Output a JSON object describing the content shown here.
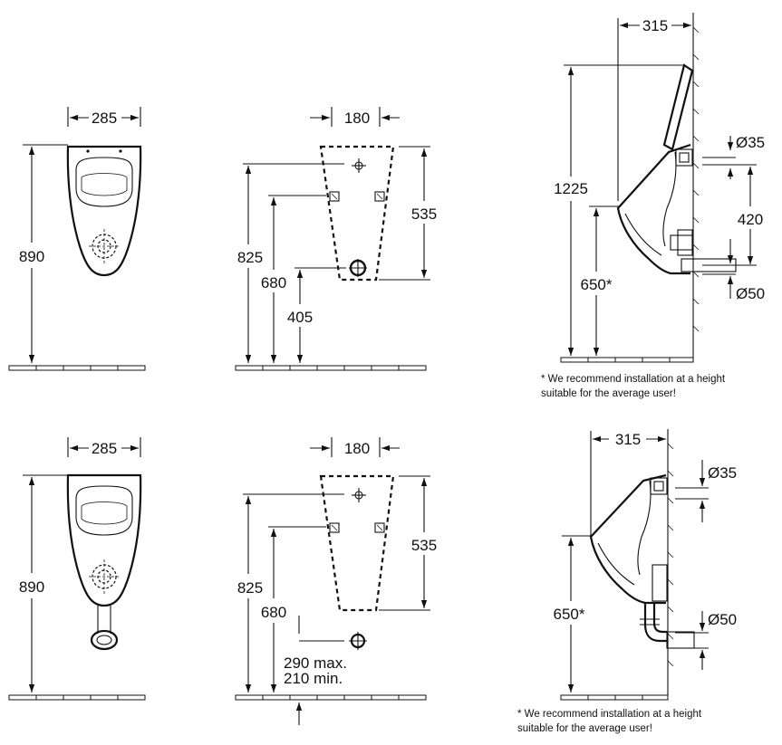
{
  "top_front": {
    "width_label": "285",
    "height_label": "890"
  },
  "top_rear": {
    "width_label": "180",
    "h825_label": "825",
    "h680_label": "680",
    "h405_label": "405",
    "h535_label": "535"
  },
  "top_side": {
    "depth_label": "315",
    "h1225_label": "1225",
    "h650_label": "650*",
    "d35_label": "Ø35",
    "d420_label": "420",
    "d50_label": "Ø50",
    "note_line1": "* We recommend installation at a height",
    "note_line2": "suitable  for the average user!"
  },
  "bottom_front": {
    "width_label": "285",
    "height_label": "890"
  },
  "bottom_rear": {
    "width_label": "180",
    "h825_label": "825",
    "h680_label": "680",
    "h535_label": "535",
    "max_label": "290 max.",
    "min_label": "210 min."
  },
  "bottom_side": {
    "depth_label": "315",
    "h650_label": "650*",
    "d35_label": "Ø35",
    "d50_label": "Ø50",
    "note_line1": "* We recommend installation at a height",
    "note_line2": "suitable  for the average user!"
  }
}
